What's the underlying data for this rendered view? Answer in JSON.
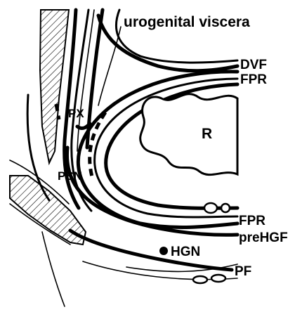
{
  "labels": {
    "urogenital_viscera": "urogenital viscera",
    "dvf": "DVF",
    "fpr_top": "FPR",
    "px": "PX",
    "r": "R",
    "psn": "PSN",
    "fpr_bottom": "FPR",
    "prehgf": "preHGF",
    "hgn": "HGN",
    "pf": "PF"
  }
}
